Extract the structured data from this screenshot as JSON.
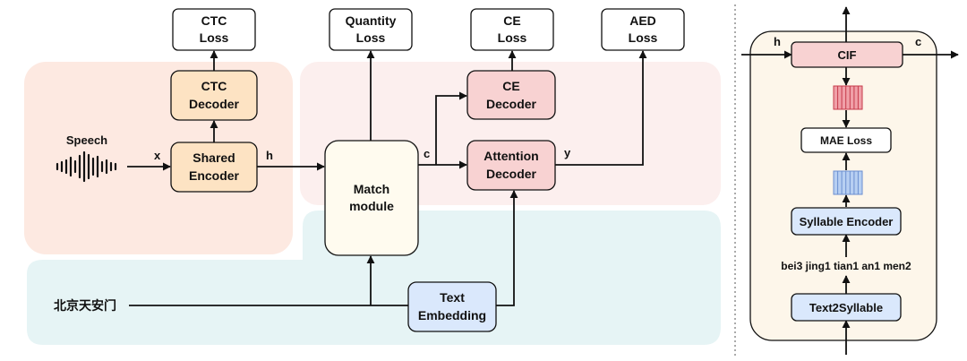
{
  "losses": {
    "ctc": [
      "CTC",
      "Loss"
    ],
    "quantity": [
      "Quantity",
      "Loss"
    ],
    "ce": [
      "CE",
      "Loss"
    ],
    "aed": [
      "AED",
      "Loss"
    ]
  },
  "blocks": {
    "ctc_decoder": [
      "CTC",
      "Decoder"
    ],
    "shared_encoder": [
      "Shared",
      "Encoder"
    ],
    "match_module": [
      "Match",
      "module"
    ],
    "ce_decoder": [
      "CE",
      "Decoder"
    ],
    "attention_decoder": [
      "Attention",
      "Decoder"
    ],
    "text_embedding": [
      "Text",
      "Embedding"
    ]
  },
  "inputs": {
    "speech_label": "Speech",
    "text_input": "北京天安门"
  },
  "signals": {
    "x": "x",
    "h": "h",
    "c": "c",
    "y": "y"
  },
  "cif_panel": {
    "cif": "CIF",
    "h": "h",
    "c": "c",
    "mae_loss": "MAE Loss",
    "syllable_encoder": "Syllable Encoder",
    "syllables": "bei3 jing1 tian1 an1 men2",
    "text2syllable": "Text2Syllable"
  },
  "colors": {
    "orange_region": "#fde9e1",
    "pink_region": "#fcefee",
    "teal_region": "#e6f4f5",
    "orange_block": "#fde3c3",
    "pink_block": "#f8d2d2",
    "blue_block": "#dae8fc",
    "panel_bg": "#fdf6ea",
    "match_bg": "#fffbef",
    "red_feature": "#f0a0a8",
    "red_feature_stroke": "#c63a4a",
    "blue_feature": "#b7cff2",
    "blue_feature_stroke": "#6b8fd0"
  }
}
